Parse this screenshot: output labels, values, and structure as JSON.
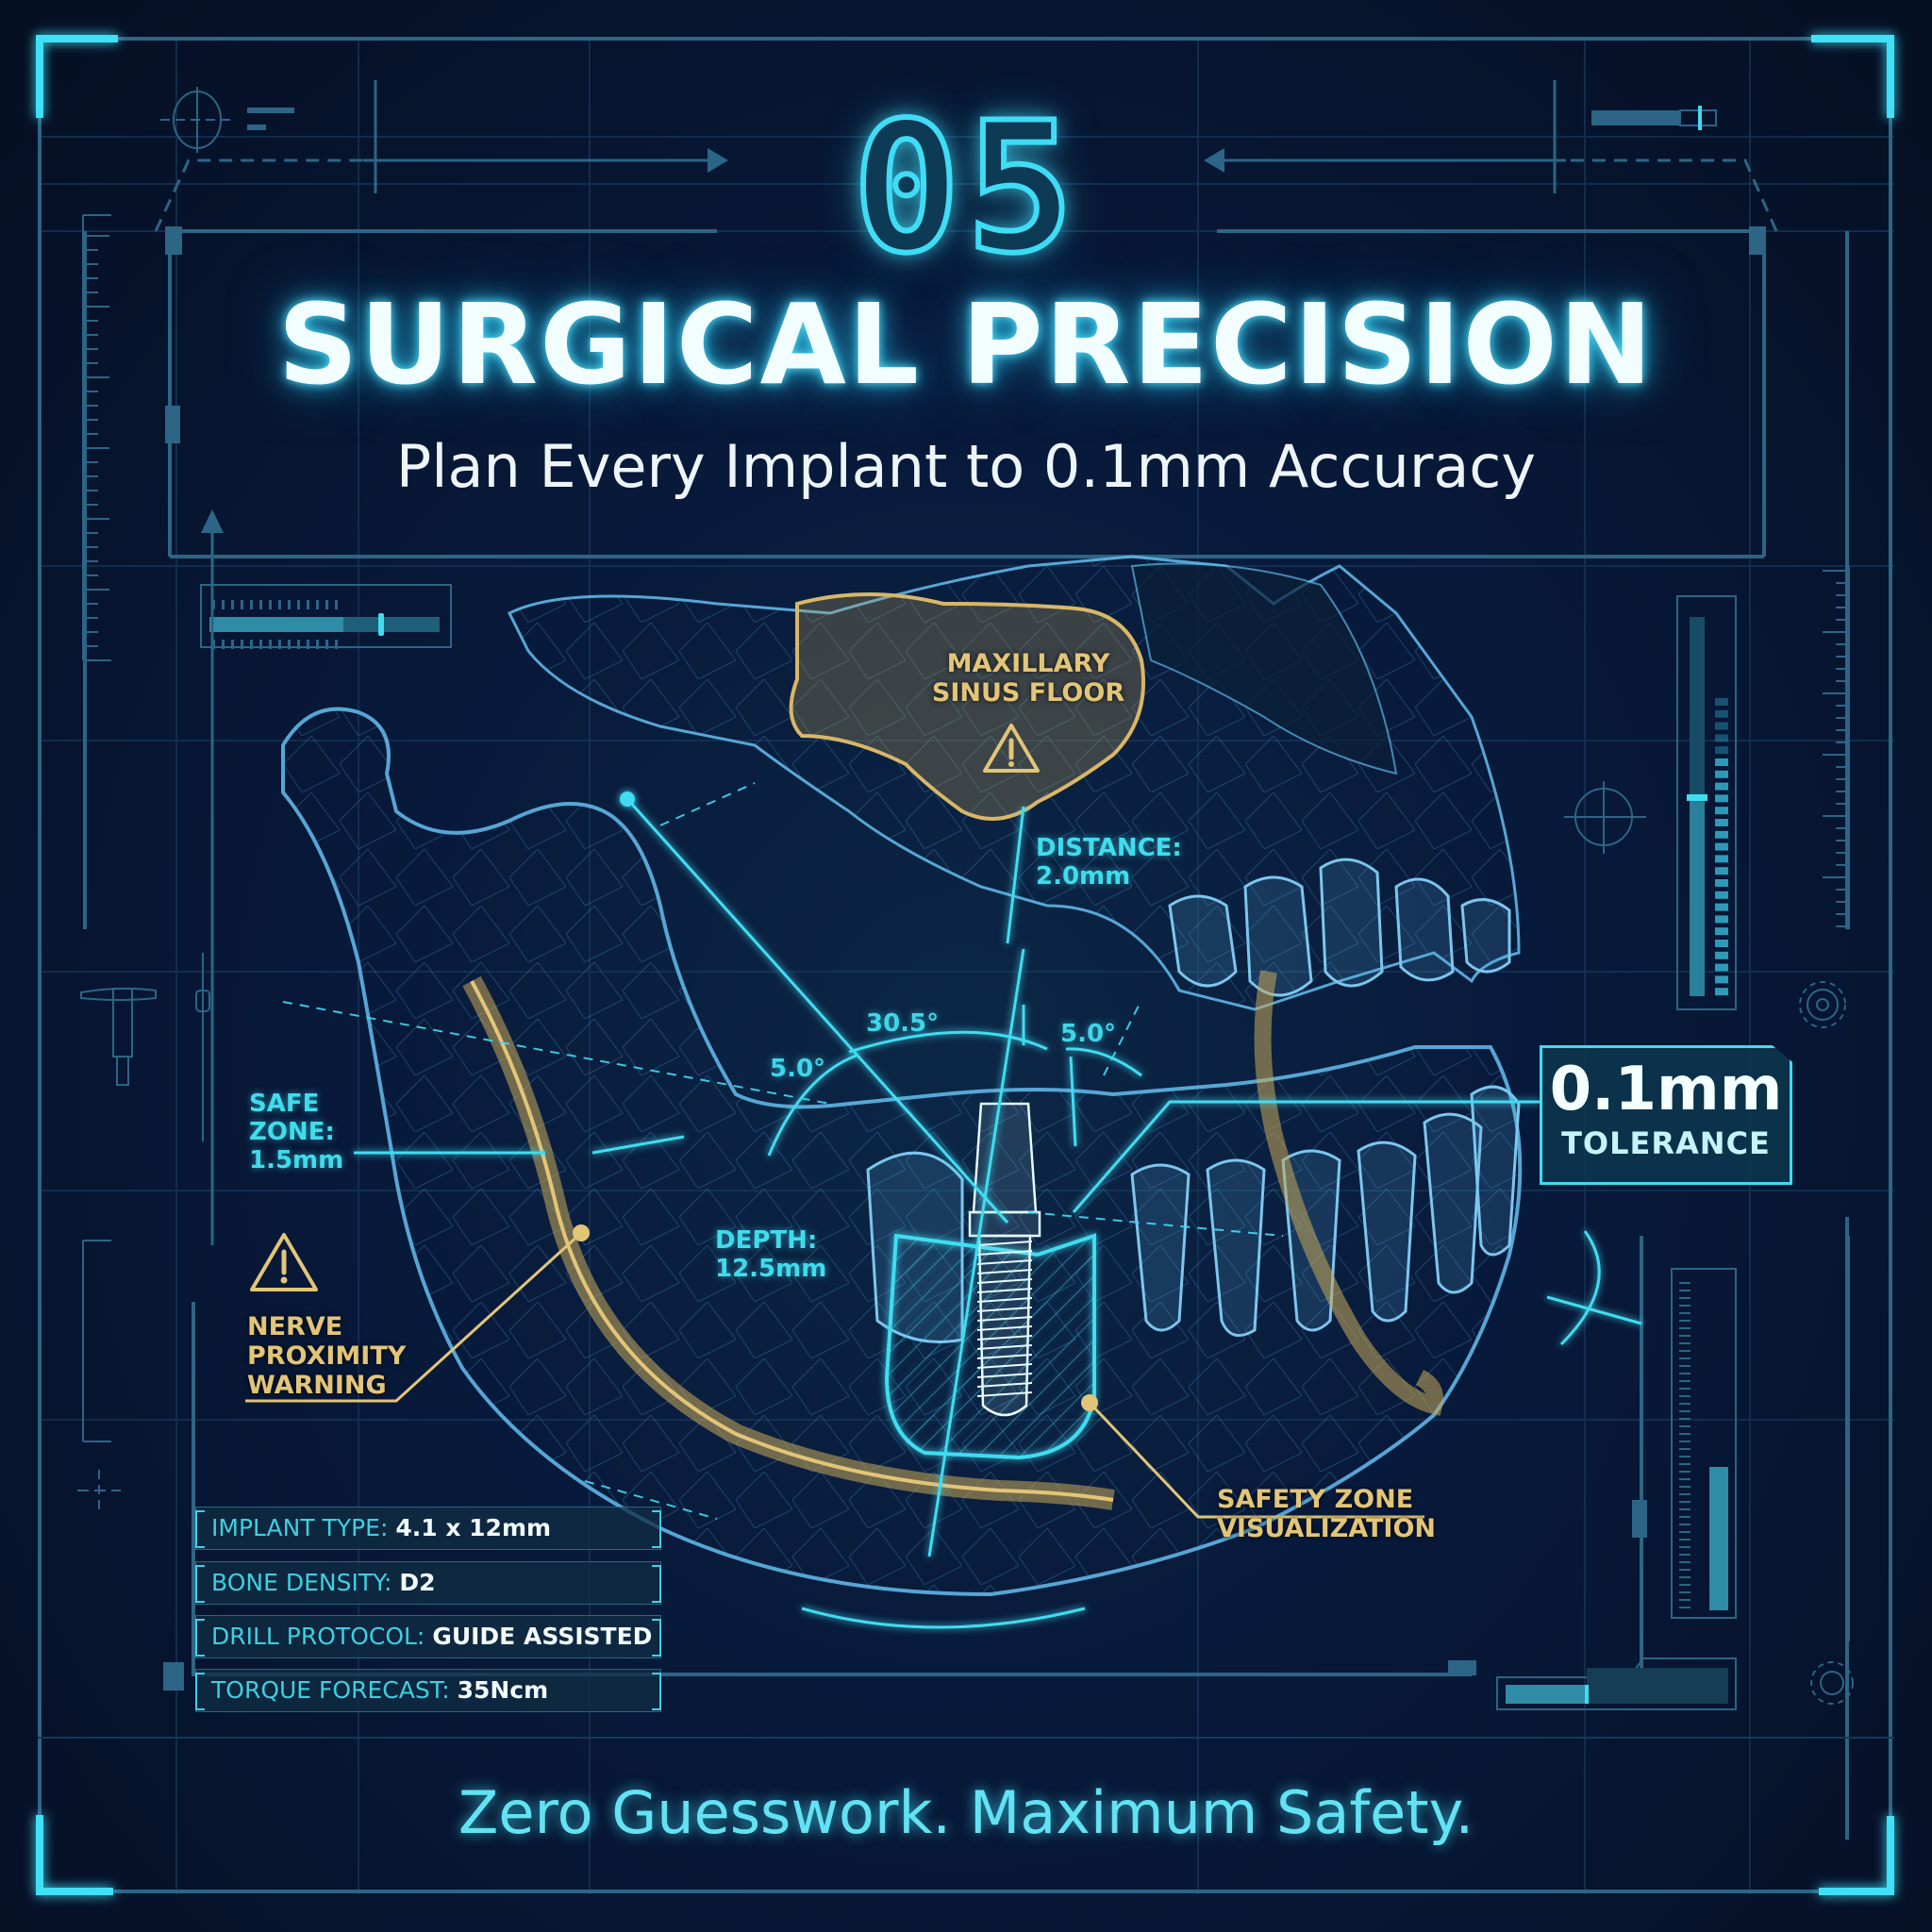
{
  "header": {
    "section_number": "05",
    "title": "SURGICAL PRECISION",
    "subtitle": "Plan Every Implant to 0.1mm Accuracy"
  },
  "annotations": {
    "maxillary": {
      "line1": "MAXILLARY",
      "line2": "SINUS FLOOR",
      "icon": "warning-triangle-icon"
    },
    "distance": {
      "label": "DISTANCE:",
      "value": "2.0mm"
    },
    "safe_zone": {
      "line1": "SAFE",
      "line2": "ZONE:",
      "value": "1.5mm"
    },
    "nerve": {
      "line1": "NERVE",
      "line2": "PROXIMITY",
      "line3": "WARNING",
      "icon": "warning-triangle-icon"
    },
    "depth": {
      "label": "DEPTH:",
      "value": "12.5mm"
    },
    "angles": {
      "main": "30.5°",
      "left": "5.0°",
      "right": "5.0°"
    },
    "safety_zone": {
      "line1": "SAFETY ZONE",
      "line2": "VISUALIZATION"
    },
    "tolerance": {
      "value": "0.1mm",
      "label": "TOLERANCE"
    }
  },
  "specs": [
    {
      "key": "IMPLANT TYPE: ",
      "value": "4.1 x 12mm"
    },
    {
      "key": "BONE DENSITY: ",
      "value": "D2"
    },
    {
      "key": "DRILL PROTOCOL: ",
      "value": "GUIDE ASSISTED"
    },
    {
      "key": "TORQUE FORECAST: ",
      "value": "35Ncm"
    }
  ],
  "footer": {
    "tagline": "Zero Guesswork. Maximum Safety."
  },
  "colors": {
    "background": "#061327",
    "accent_cyan": "#3fdcf0",
    "warning_gold": "#e3c578",
    "frame_line": "#2e6e8e"
  }
}
